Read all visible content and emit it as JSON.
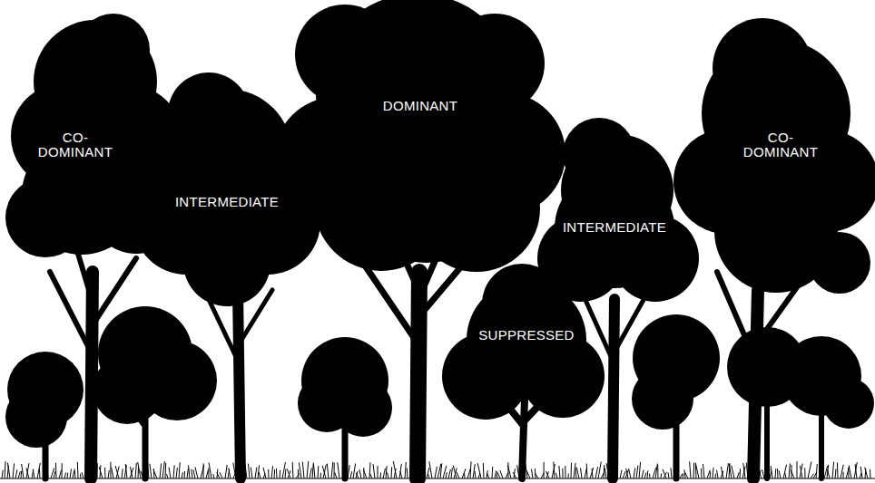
{
  "diagram": {
    "nodes": [
      {
        "text": [
          "CO- DOMINANT"
        ]
      },
      {
        "text": [
          "INTERMEDIATE"
        ]
      },
      {
        "text": [
          "DOMINANT"
        ]
      },
      {
        "text": [
          "SUPPRESSED"
        ]
      },
      {
        "text": [
          "INTERMEDIATE"
        ]
      },
      {
        "text": [
          "CO- DOMINANT"
        ]
      }
    ]
  }
}
